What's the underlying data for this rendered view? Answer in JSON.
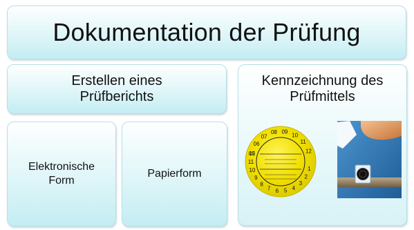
{
  "title": "Dokumentation der Prüfung",
  "report": {
    "label": "Erstellen eines\nPrüfberichts",
    "children": [
      {
        "label": "Elektronische\nForm"
      },
      {
        "label": "Papierform"
      }
    ]
  },
  "marking": {
    "label": "Kennzeichnung des\nPrüfmittels",
    "sticker": {
      "year_digits": [
        "05",
        "06",
        "07",
        "08",
        "09",
        "10",
        "11",
        "12"
      ],
      "month_digits": [
        "1",
        "2",
        "3",
        "4",
        "5",
        "6",
        "7",
        "8",
        "9",
        "10",
        "11",
        "12"
      ]
    }
  },
  "colors": {
    "box_border": "#b7dfe6",
    "box_fill_top": "#ffffff",
    "box_fill_bottom": "#c3edf3",
    "sticker_yellow": "#f1df00",
    "photo_blue": "#2a6fb0"
  }
}
